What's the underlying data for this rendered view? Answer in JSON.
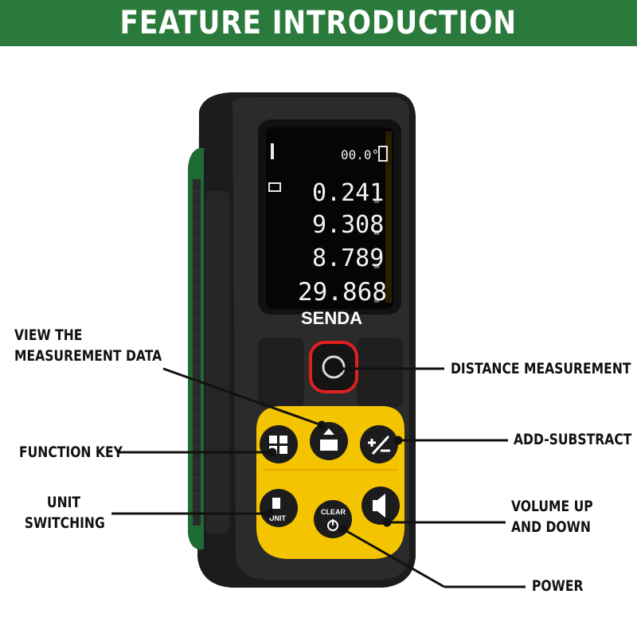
{
  "banner": {
    "title": "FEATURE INTRODUCTION",
    "color": "#2a7a3b"
  },
  "device": {
    "brand": "SENDA",
    "display": {
      "angle": "00.0°",
      "readings": [
        {
          "value": "0.241",
          "unit": "m"
        },
        {
          "value": "9.308",
          "unit": "m"
        },
        {
          "value": "8.789",
          "unit": "m"
        },
        {
          "value": "29.868",
          "unit": "m"
        }
      ]
    },
    "keys": {
      "clear_label": "CLEAR",
      "unit_label": "UNIT"
    },
    "colors": {
      "body": "#2b2b2b",
      "accent": "#f5c400",
      "trim": "#1f7a3a",
      "laser_ring": "#e02020"
    }
  },
  "callouts": {
    "view_data": [
      "VIEW THE",
      "MEASUREMENT DATA"
    ],
    "function_key": "FUNCTION KEY",
    "unit_switching": [
      "UNIT",
      "SWITCHING"
    ],
    "distance_measurement": "DISTANCE MEASUREMENT",
    "add_subtract": "ADD-SUBSTRACT",
    "volume": [
      "VOLUME UP",
      "AND DOWN"
    ],
    "power": "POWER"
  }
}
